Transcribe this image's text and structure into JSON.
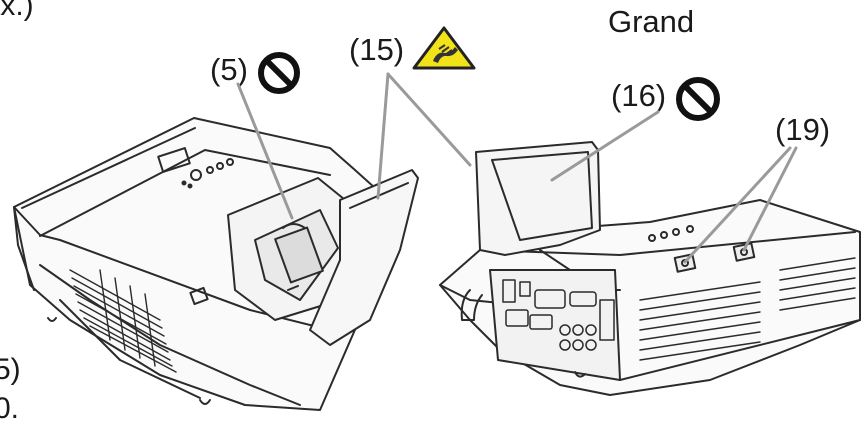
{
  "labels": {
    "top_left_fragment": "tx.)",
    "grand": "Grand",
    "callout_5": "(5)",
    "callout_15": "(15)",
    "callout_16": "(16)",
    "callout_19": "(19)",
    "bottom_left_fragment_1": "5)",
    "bottom_left_fragment_2": "0."
  },
  "icons": {
    "prohibition": "prohibition-icon",
    "hot_surface_warning": "hot-surface-warning-icon",
    "prohibition_color": "#111111",
    "warning_fill": "#f2e21a",
    "warning_border": "#222222"
  }
}
